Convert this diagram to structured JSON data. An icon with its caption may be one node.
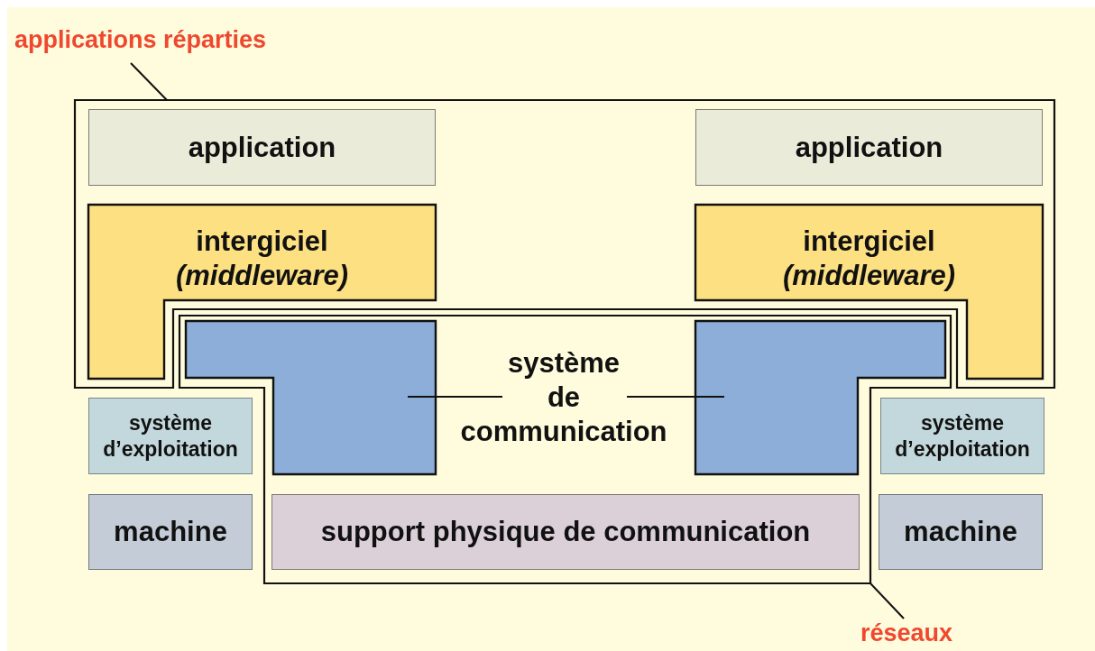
{
  "diagram": {
    "nodes": [
      {
        "text": [
          "applications réparties"
        ]
      },
      {
        "text": [],
        "shape": "box"
      },
      {
        "text": [
          "application"
        ],
        "in": 1
      },
      {
        "text": [
          "application"
        ],
        "in": 1
      },
      {
        "text": [
          "intergiciel",
          "(middleware)"
        ],
        "in": 1
      },
      {
        "text": [
          "intergiciel",
          "(middleware)"
        ],
        "in": 1
      },
      {
        "text": [],
        "shape": "box"
      },
      {
        "text": [],
        "shape": "box",
        "in": 6
      },
      {
        "text": [
          "système de communication"
        ],
        "in": 6
      },
      {
        "text": [],
        "shape": "box",
        "in": 6
      },
      {
        "text": [
          "système d’exploitation"
        ]
      },
      {
        "text": [
          "système d’exploitation"
        ]
      },
      {
        "text": [
          "machine"
        ]
      },
      {
        "text": [
          "support physique de communication"
        ],
        "in": 6
      },
      {
        "text": [
          "machine"
        ]
      },
      {
        "text": [
          "réseaux"
        ]
      }
    ],
    "edges": [
      {
        "from": 0,
        "to": 1,
        "arrow": "none"
      },
      {
        "from": 8,
        "to": 7,
        "arrow": "none"
      },
      {
        "from": 8,
        "to": 9,
        "arrow": "none"
      },
      {
        "from": 15,
        "to": 6,
        "arrow": "none"
      }
    ]
  }
}
